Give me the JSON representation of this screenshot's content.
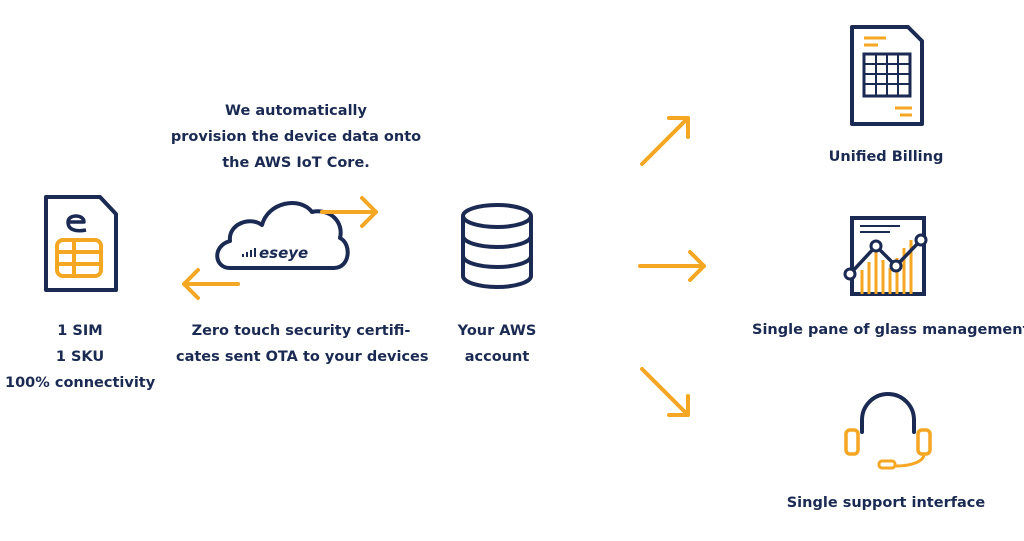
{
  "brand": "eseye",
  "colors": {
    "navy": "#1b2a52",
    "orange": "#f5a623",
    "white": "#ffffff"
  },
  "sim": {
    "lines": [
      "1 SIM",
      "1 SKU",
      "100% connectivity"
    ],
    "icon": "sim-card-icon"
  },
  "provision": {
    "lines": [
      "We automatically",
      "provision the device data onto",
      "the AWS IoT Core."
    ]
  },
  "certificates": {
    "lines": [
      "Zero touch security certifi-",
      "cates sent OTA to your devices"
    ]
  },
  "cloud": {
    "icon": "cloud-icon",
    "logo_text": "eseye"
  },
  "aws": {
    "lines": [
      "Your AWS",
      "account"
    ],
    "icon": "database-icon"
  },
  "outputs": [
    {
      "label": "Unified Billing",
      "icon": "invoice-icon"
    },
    {
      "label": "Single pane of glass management",
      "icon": "chart-dashboard-icon"
    },
    {
      "label": "Single support interface",
      "icon": "headset-icon"
    }
  ]
}
